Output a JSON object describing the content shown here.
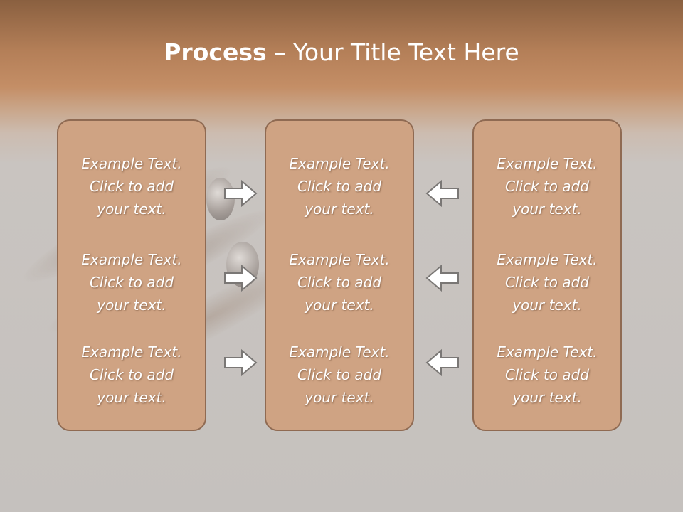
{
  "slide": {
    "title_bold": "Process",
    "title_rest": " – Your Title Text Here"
  },
  "columns": [
    {
      "items": [
        {
          "line1": "Example Text.",
          "line2": "Click  to add",
          "line3": "your text."
        },
        {
          "line1": "Example Text.",
          "line2": "Click  to add",
          "line3": "your text."
        },
        {
          "line1": "Example Text.",
          "line2": "Click  to add",
          "line3": "your text."
        }
      ]
    },
    {
      "items": [
        {
          "line1": "Example Text.",
          "line2": "Click  to add",
          "line3": "your text."
        },
        {
          "line1": "Example Text.",
          "line2": "Click  to add",
          "line3": "your text."
        },
        {
          "line1": "Example Text.",
          "line2": "Click  to add",
          "line3": "your text."
        }
      ]
    },
    {
      "items": [
        {
          "line1": "Example Text.",
          "line2": "Click  to add",
          "line3": "your text."
        },
        {
          "line1": "Example Text.",
          "line2": "Click  to add",
          "line3": "your text."
        },
        {
          "line1": "Example Text.",
          "line2": "Click  to add",
          "line3": "your text."
        }
      ]
    }
  ],
  "arrows": {
    "left_side": [
      "arrow-right-icon",
      "arrow-right-icon",
      "arrow-right-icon"
    ],
    "right_side": [
      "arrow-left-icon",
      "arrow-left-icon",
      "arrow-left-icon"
    ]
  },
  "colors": {
    "panel_fill": "#cfa383",
    "panel_border": "#8f6a52",
    "arrow_fill": "#ffffff",
    "arrow_stroke": "#7a7775"
  }
}
